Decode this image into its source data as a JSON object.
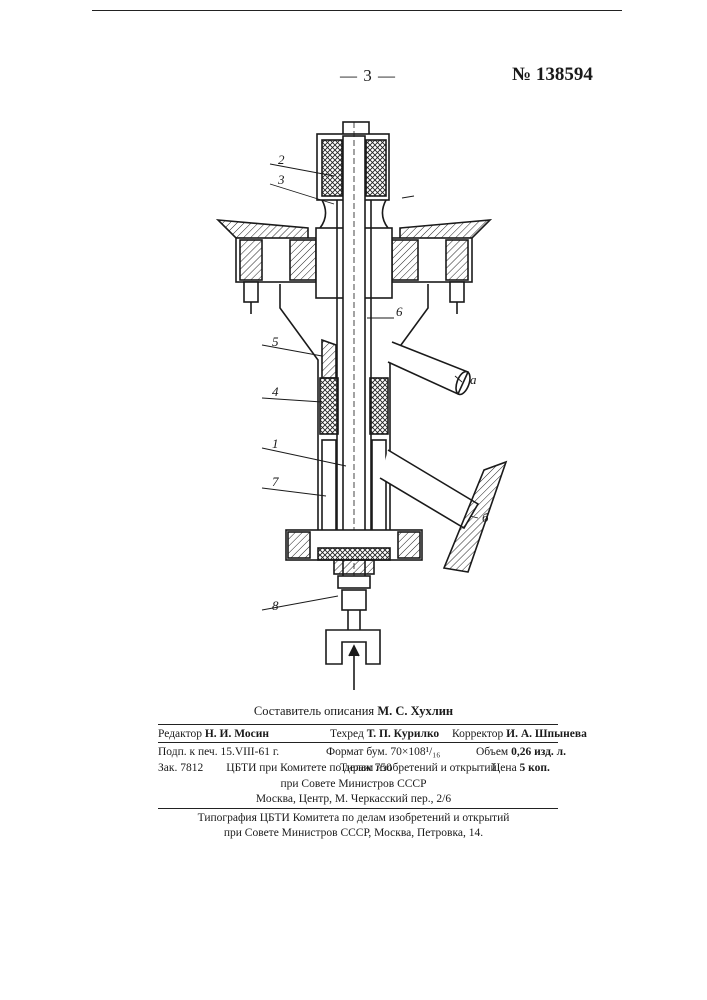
{
  "header": {
    "page_number": "— 3 —",
    "patent_number": "№ 138594"
  },
  "drawing": {
    "labels": {
      "l1": "1",
      "l2": "2",
      "l3": "3",
      "l4": "4",
      "l5": "5",
      "l6": "6",
      "l7": "7",
      "l8": "8",
      "la": "а",
      "lb": "б"
    }
  },
  "imprint": {
    "composer_prefix": "Составитель описания",
    "composer_name": "М. С. Хухлин",
    "editor_prefix": "Редактор",
    "editor_name": "Н. И. Мосин",
    "techred_prefix": "Техред",
    "techred_name": "Т. П. Курилко",
    "corrector_prefix": "Корректор",
    "corrector_name": "И. А. Шпынева",
    "signed": "Подп. к печ. 15.VIII-61 г.",
    "format": "Формат бум. 70×108¹/₁₆",
    "volume_prefix": "Объем",
    "volume_value": "0,26 изд. л.",
    "order": "Зак. 7812",
    "run": "Тираж 750",
    "price_prefix": "Цена",
    "price_value": "5 коп.",
    "publisher_line1": "ЦБТИ при Комитете по делам изобретений и открытий",
    "publisher_line2": "при Совете Министров СССР",
    "publisher_line3": "Москва, Центр, М. Черкасский пер., 2/6",
    "printer_line1": "Типография ЦБТИ Комитета по делам изобретений и открытий",
    "printer_line2": "при Совете Министров СССР, Москва, Петровка, 14."
  }
}
